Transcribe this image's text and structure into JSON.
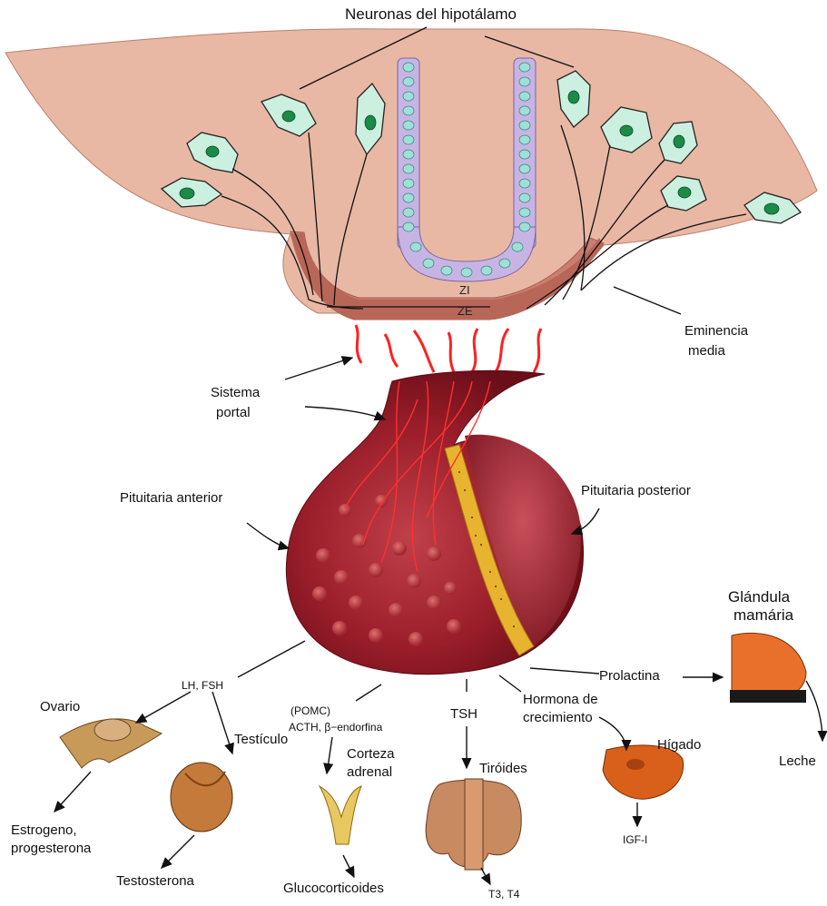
{
  "labels": {
    "hypothalamus_neurons": "Neuronas del hipotálamo",
    "zone_internal": "ZI",
    "zone_external": "ZE",
    "median_eminence_1": "Eminencia",
    "median_eminence_2": "media",
    "portal_1": "Sistema",
    "portal_2": "portal",
    "anterior_pituitary": "Pituitaria anterior",
    "posterior_pituitary": "Pituitaria posterior",
    "mammary_1": "Glándula",
    "mammary_2": "mamária",
    "lh_fsh": "LH, FSH",
    "ovary": "Ovario",
    "testicle": "Testículo",
    "estrogen_1": "Estrogeno,",
    "estrogen_2": "progesterona",
    "testosterone": "Testosterona",
    "pomc": "(POMC)",
    "acth": "ACTH, β−endorfina",
    "adrenal_1": "Corteza",
    "adrenal_2": "adrenal",
    "glucocorticoids": "Glucocorticoides",
    "tsh": "TSH",
    "thyroid": "Tiróides",
    "t3t4": "T3, T4",
    "gh_1": "Hormona de",
    "gh_2": "crecimiento",
    "liver": "Hígado",
    "igf": "IGF-I",
    "prolactin": "Prolactina",
    "milk": "Leche"
  },
  "colors": {
    "hypothalamus": "#e8b8a4",
    "eminence": "#c97e72",
    "neuron": "#ccf0e0",
    "nucleus": "#1c8a48",
    "ependyma": "#c8b4e4",
    "pituitary": "#9a1e2a",
    "posterior_band": "#e8b430",
    "vessels": "#ff2020"
  }
}
